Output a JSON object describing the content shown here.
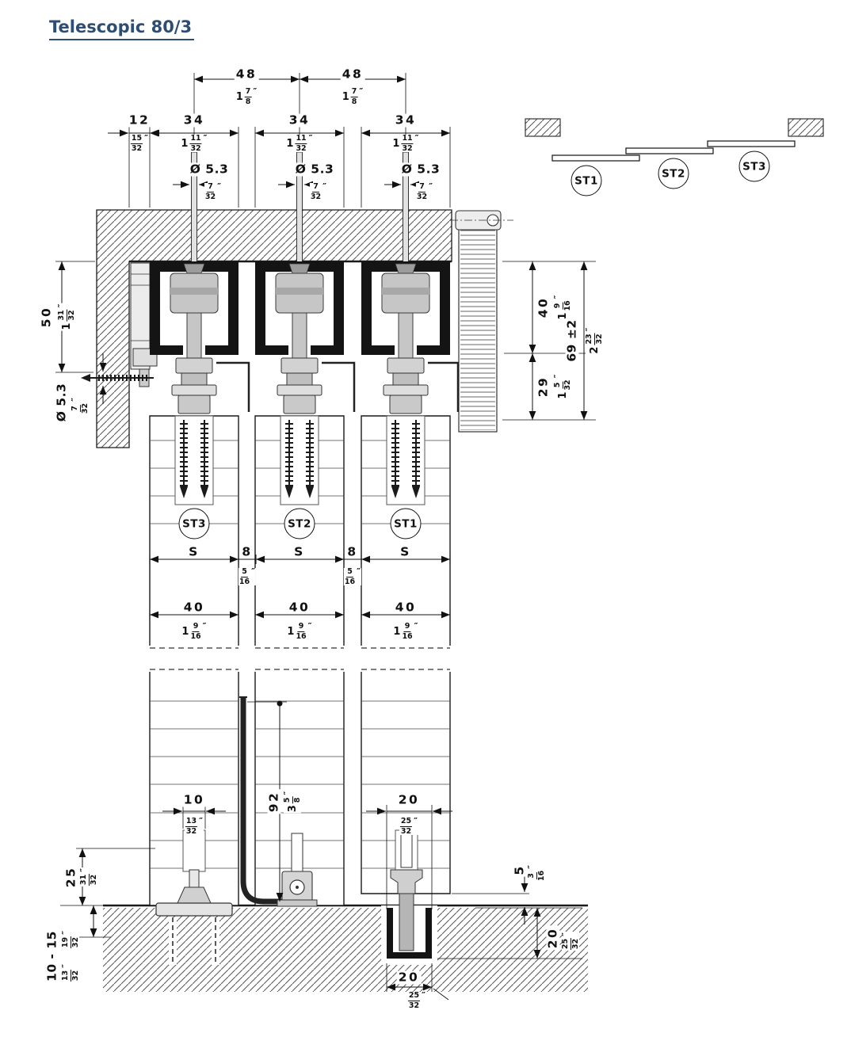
{
  "page": {
    "title": "Telescopic 80/3"
  },
  "colors": {
    "title_accent": "#2e4d73",
    "line": "#111111",
    "profile_black": "#141414"
  },
  "panels": {
    "st1": "ST1",
    "st2": "ST2",
    "st3": "ST3"
  },
  "dims": {
    "top48": {
      "mm": "48",
      "in": {
        "w": "1",
        "n": "7",
        "d": "8"
      }
    },
    "left12": {
      "mm": "12",
      "in": {
        "w": "",
        "n": "15",
        "d": "32"
      }
    },
    "track34": {
      "mm": "34",
      "in": {
        "w": "1",
        "n": "11",
        "d": "32"
      }
    },
    "bolt53": {
      "mm": "Ø 5.3",
      "in": {
        "w": "",
        "n": "7",
        "d": "32"
      }
    },
    "height50": {
      "mm": "50",
      "in": {
        "w": "1",
        "n": "31",
        "d": "32"
      }
    },
    "height40": {
      "mm": "40",
      "in": {
        "w": "1",
        "n": "9",
        "d": "16"
      }
    },
    "height29": {
      "mm": "29",
      "in": {
        "w": "1",
        "n": "5",
        "d": "32"
      }
    },
    "height69": {
      "mm": "69 ±2",
      "in": {
        "w": "2",
        "n": "23",
        "d": "32"
      }
    },
    "gapS": {
      "mm": "S"
    },
    "gap8": {
      "mm": "8",
      "in": {
        "w": "",
        "n": "5",
        "d": "16"
      }
    },
    "door40": {
      "mm": "40",
      "in": {
        "w": "1",
        "n": "9",
        "d": "16"
      }
    },
    "guide10": {
      "mm": "10",
      "in": {
        "w": "",
        "n": "13",
        "d": "32"
      }
    },
    "guide92": {
      "mm": "92",
      "in": {
        "w": "3",
        "n": "5",
        "d": "8"
      }
    },
    "socket20": {
      "mm": "20",
      "in": {
        "w": "",
        "n": "25",
        "d": "32"
      }
    },
    "height25": {
      "mm": "25",
      "in": {
        "w": "",
        "n": "31",
        "d": "32"
      }
    },
    "gap5": {
      "mm": "5",
      "in": {
        "w": "",
        "n": "3",
        "d": "16"
      }
    },
    "floor1015": {
      "mm": "10 - 15",
      "inA": {
        "w": "",
        "n": "13",
        "d": "32"
      },
      "inB": {
        "w": "",
        "n": "19",
        "d": "32"
      }
    },
    "depth20": {
      "mm": "20",
      "in": {
        "w": "",
        "n": "25",
        "d": "32"
      }
    },
    "width20": {
      "mm": "20",
      "in": {
        "w": "",
        "n": "25",
        "d": "32"
      }
    }
  }
}
